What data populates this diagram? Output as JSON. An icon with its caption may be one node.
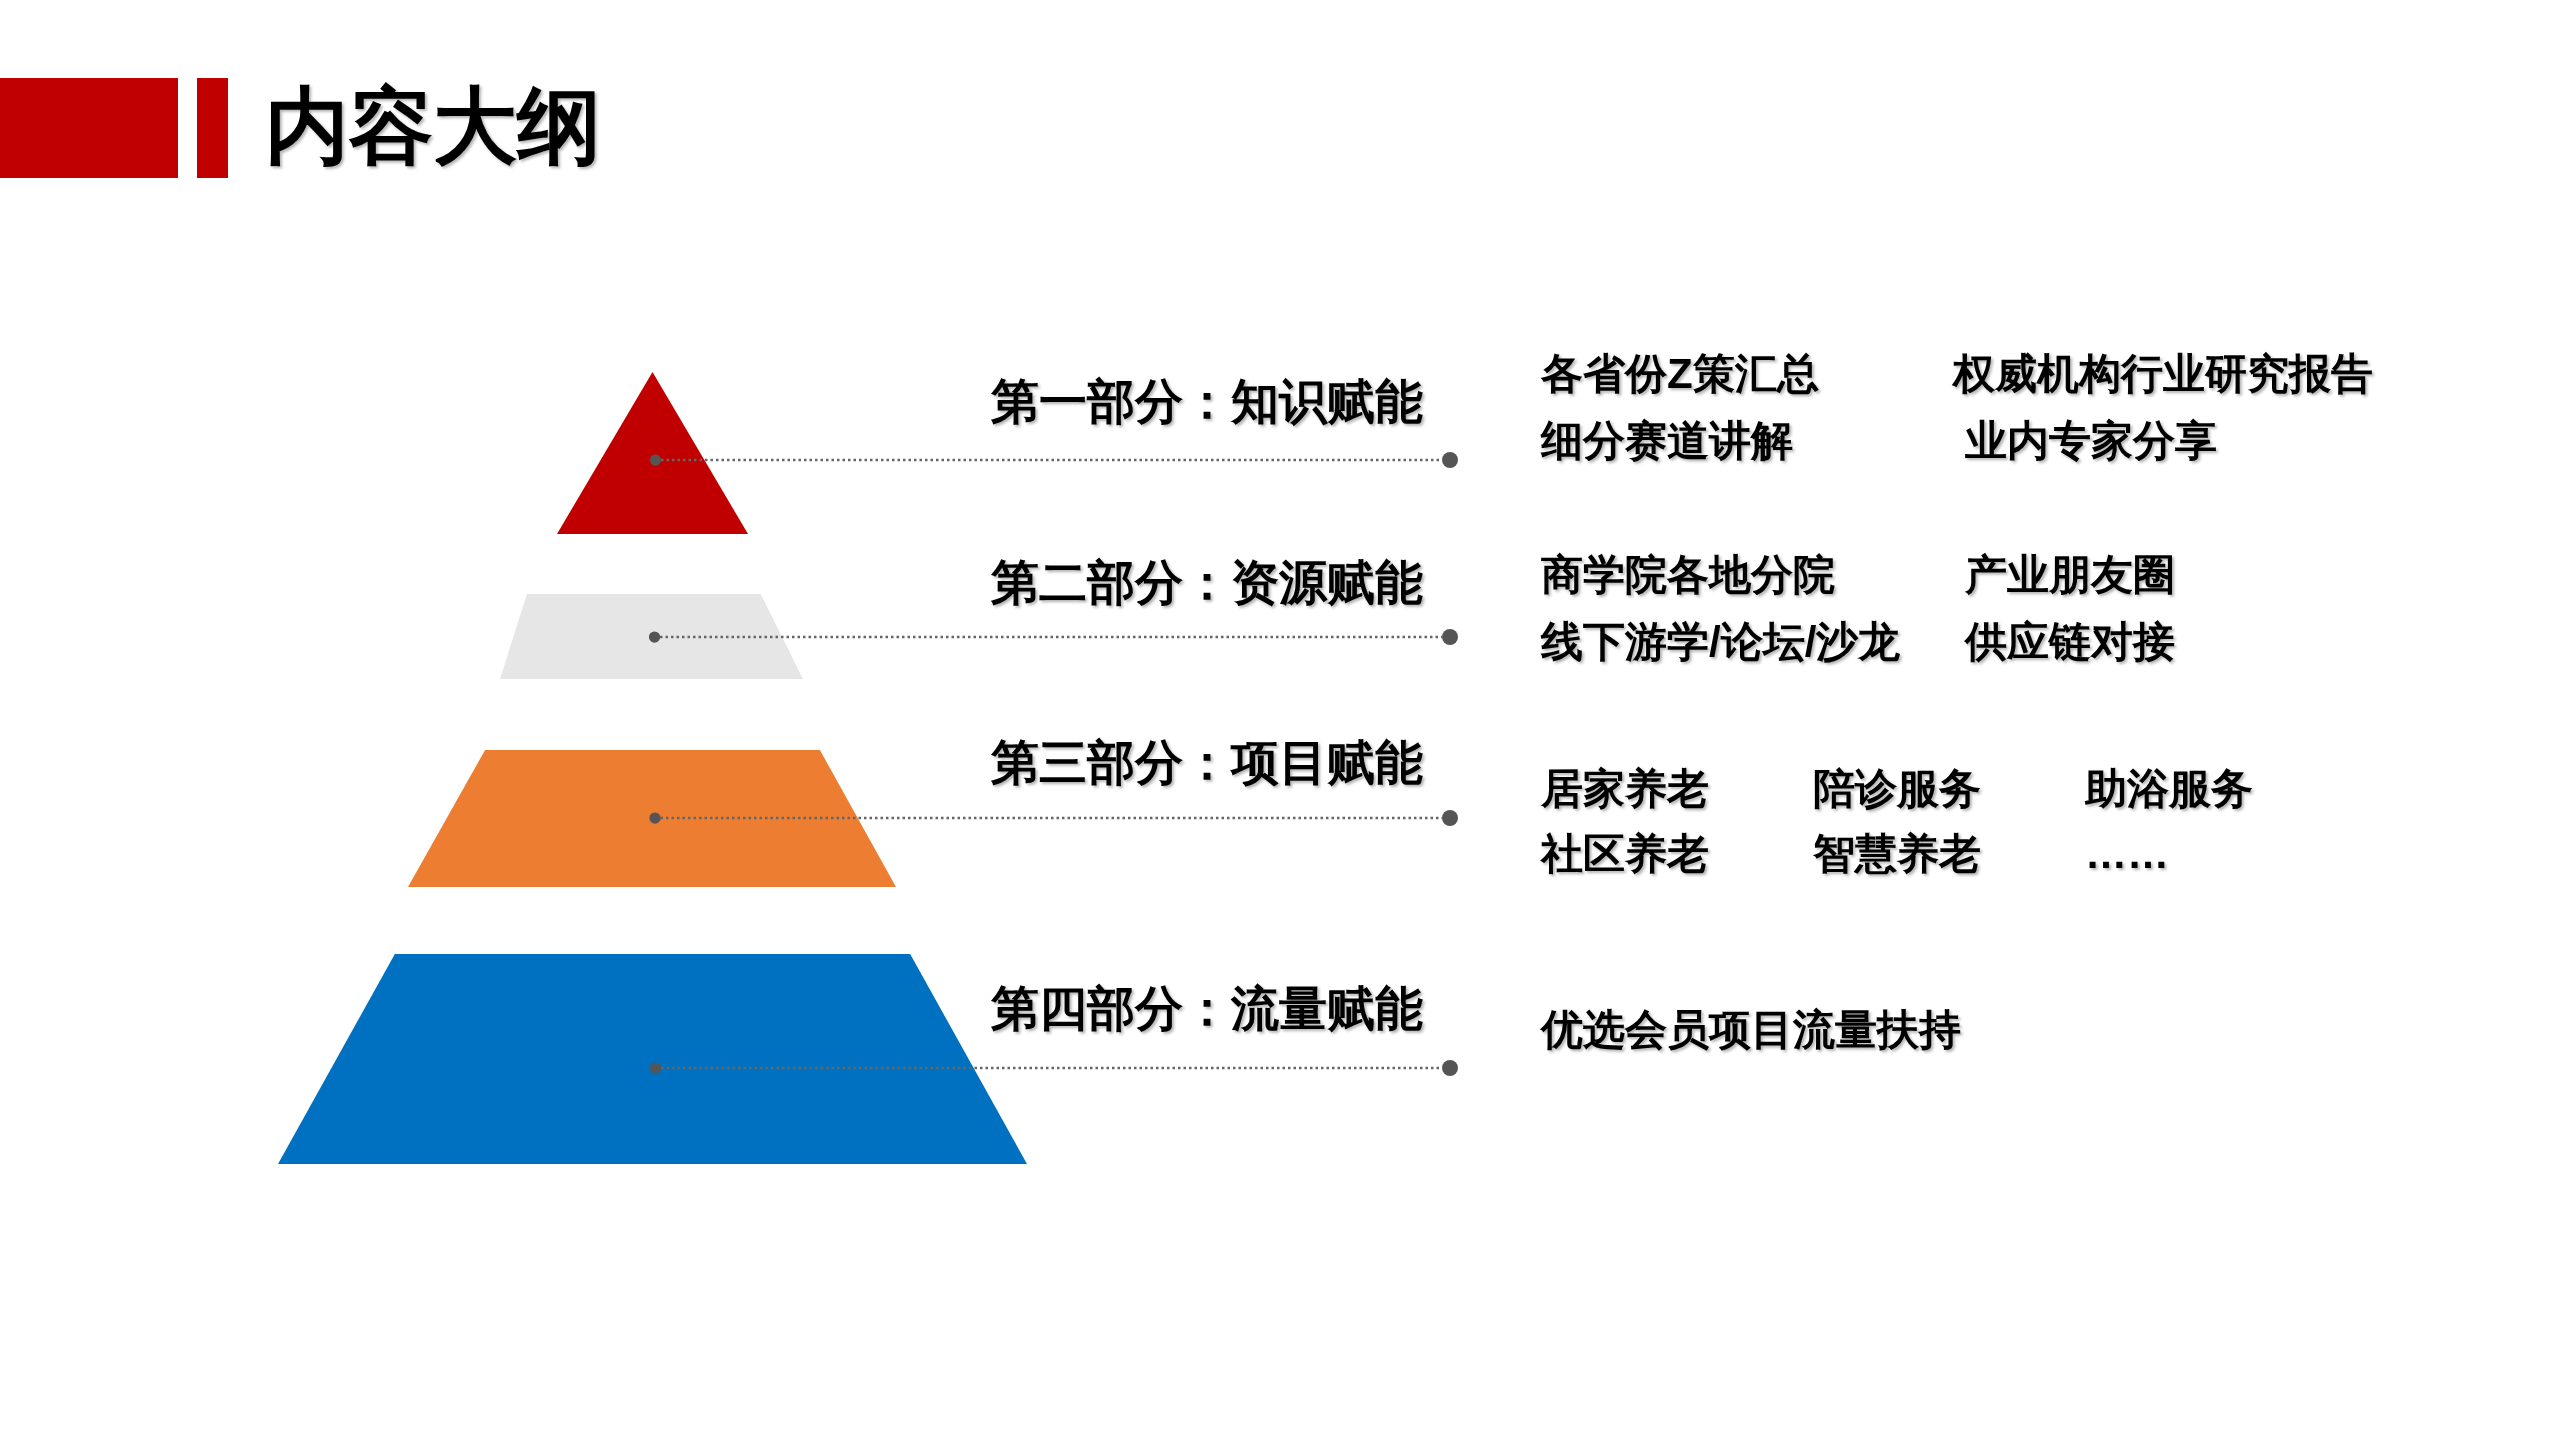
{
  "diagram": {
    "title": "内容大纲",
    "nodes": [
      {
        "text": [],
        "shape": "triangle"
      },
      {
        "text": [],
        "shape": "trapezoid"
      },
      {
        "text": [],
        "shape": "trapezoid"
      },
      {
        "text": [],
        "shape": "trapezoid"
      },
      {
        "text": [],
        "shape": "circle"
      },
      {
        "text": [],
        "shape": "circle"
      },
      {
        "text": [],
        "shape": "circle"
      },
      {
        "text": [],
        "shape": "circle"
      }
    ],
    "edges": [
      {
        "from": 0,
        "to": 4,
        "arrow": "other",
        "style": "dashed"
      },
      {
        "from": 1,
        "to": 5,
        "arrow": "other",
        "style": "dashed"
      },
      {
        "from": 2,
        "to": 6,
        "arrow": "other",
        "style": "dashed"
      },
      {
        "from": 3,
        "to": 7,
        "arrow": "other",
        "style": "dashed"
      }
    ],
    "labels": [
      "第一部分：知识赋能",
      "各省份Z策汇总",
      "权威机构行业研究报告",
      "细分赛道讲解",
      "业内专家分享",
      "第二部分：资源赋能",
      "商学院各地分院",
      "产业朋友圈",
      "线下游学/论坛/沙龙",
      "供应链对接",
      "第三部分：项目赋能",
      "居家养老",
      "陪诊服务",
      "助浴服务",
      "社区养老",
      "智慧养老",
      "……",
      "第四部分：流量赋能",
      "优选会员项目流量扶持"
    ]
  }
}
